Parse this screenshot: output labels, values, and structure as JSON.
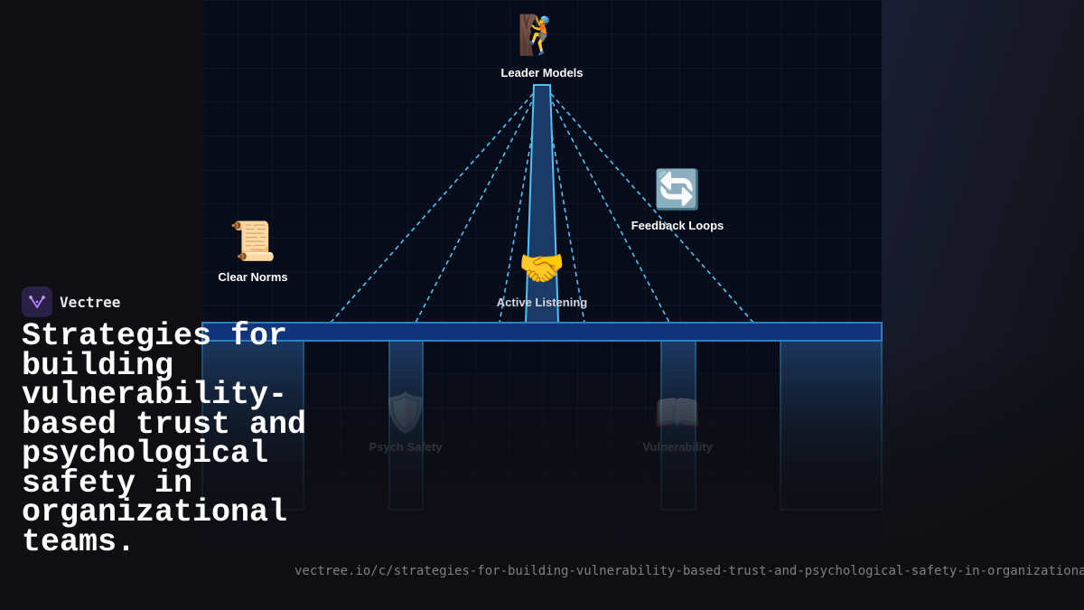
{
  "brand": {
    "name": "Vectree"
  },
  "title": "Strategies for building vulnerability-based trust and psychological safety in organizational teams.",
  "url": "vectree.io/c/strategies-for-building-vulnerability-based-trust-and-psychological-safety-in-organizational-teams",
  "nodes": {
    "leader_models": {
      "label": "Leader Models",
      "icon": "person-climbing-icon",
      "glyph": "🧗"
    },
    "clear_norms": {
      "label": "Clear Norms",
      "icon": "scroll-icon",
      "glyph": "📜"
    },
    "feedback_loops": {
      "label": "Feedback Loops",
      "icon": "counterclockwise-arrows-icon",
      "glyph": "🔄"
    },
    "active_listening": {
      "label": "Active Listening",
      "icon": "handshake-icon",
      "glyph": "🤝"
    },
    "psych_safety": {
      "label": "Psych Safety",
      "icon": "shield-icon",
      "glyph": "🛡️"
    },
    "vulnerability": {
      "label": "Vulnerability",
      "icon": "open-book-icon",
      "glyph": "📖"
    }
  },
  "colors": {
    "panel": "#070c1a",
    "grid": "#142038",
    "cable": "#4fc3f7",
    "deck": "#12347a",
    "deck_edge": "#2f7fc0",
    "brand_accent": "#b07cff"
  }
}
